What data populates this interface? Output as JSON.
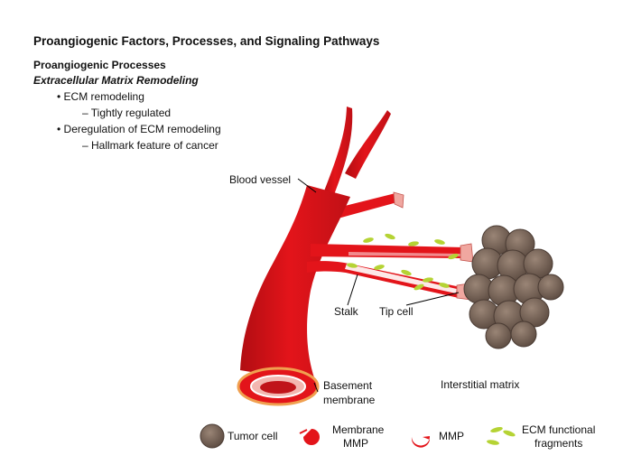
{
  "title": "Proangiogenic Factors, Processes, and Signaling Pathways",
  "section": "Proangiogenic Processes",
  "subsection": "Extracellular Matrix Remodeling",
  "bullets": [
    {
      "text": "• ECM remodeling",
      "level": 1
    },
    {
      "text": "– Tightly regulated",
      "level": 2
    },
    {
      "text": "• Deregulation of ECM remodeling",
      "level": 1
    },
    {
      "text": "– Hallmark feature of cancer",
      "level": 2
    }
  ],
  "labels": {
    "blood_vessel": "Blood vessel",
    "stalk": "Stalk",
    "tip_cell": "Tip cell",
    "basement_membrane_line1": "Basement",
    "basement_membrane_line2": "membrane",
    "interstitial_matrix": "Interstitial matrix"
  },
  "legend": {
    "tumor_cell": "Tumor cell",
    "membrane_mmp_line1": "Membrane",
    "membrane_mmp_line2": "MMP",
    "mmp": "MMP",
    "ecm_line1": "ECM functional",
    "ecm_line2": "fragments"
  },
  "colors": {
    "vessel": "#e3141a",
    "vessel_dark": "#a10c10",
    "tumor": "#6e5a4e",
    "tumor_light": "#9a8576",
    "ecm_fragment": "#b5d334",
    "tip_pink": "#f0a7a0"
  }
}
